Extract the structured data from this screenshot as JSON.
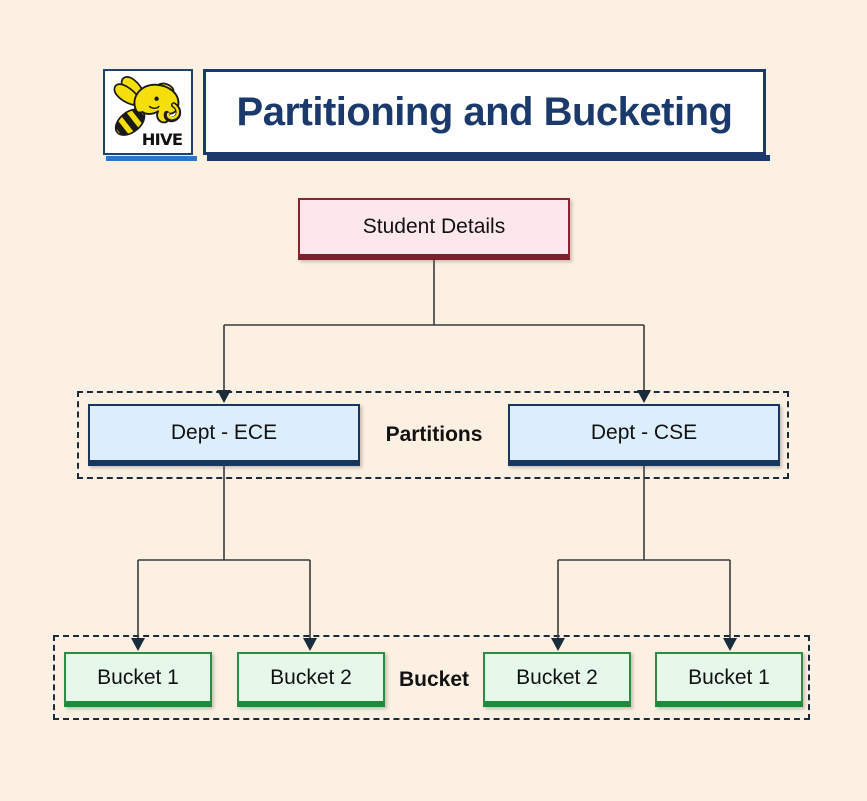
{
  "header": {
    "title": "Partitioning and Bucketing",
    "title_color": "#1B3A6B",
    "logo": {
      "icon": "hive-bee-icon",
      "text": "HIVE"
    }
  },
  "diagram": {
    "root": {
      "label": "Student Details"
    },
    "partitions_group": {
      "label": "Partitions",
      "nodes": [
        {
          "label": "Dept - ECE"
        },
        {
          "label": "Dept - CSE"
        }
      ]
    },
    "buckets_group": {
      "label": "Bucket",
      "nodes": [
        {
          "label": "Bucket 1"
        },
        {
          "label": "Bucket 2"
        },
        {
          "label": "Bucket 2"
        },
        {
          "label": "Bucket 1"
        }
      ]
    },
    "edges": [
      {
        "from": "Student Details",
        "to": "Dept - ECE"
      },
      {
        "from": "Student Details",
        "to": "Dept - CSE"
      },
      {
        "from": "Dept - ECE",
        "to": "Bucket 1"
      },
      {
        "from": "Dept - ECE",
        "to": "Bucket 2"
      },
      {
        "from": "Dept - CSE",
        "to": "Bucket 2"
      },
      {
        "from": "Dept - CSE",
        "to": "Bucket 1"
      }
    ]
  },
  "colors": {
    "background": "#FBF0E1",
    "title_blue": "#1B3A6B",
    "logo_shadow_blue": "#2E75C9",
    "root_fill": "#FBE7EC",
    "root_border": "#8C2332",
    "partition_fill": "#DCEDFB",
    "partition_border": "#17375E",
    "bucket_fill": "#E5F8EA",
    "bucket_border": "#2E8B45",
    "dashed_border": "#1A2B3C",
    "connector_line": "#3B3B3B",
    "bee_yellow": "#F5DF0A"
  }
}
